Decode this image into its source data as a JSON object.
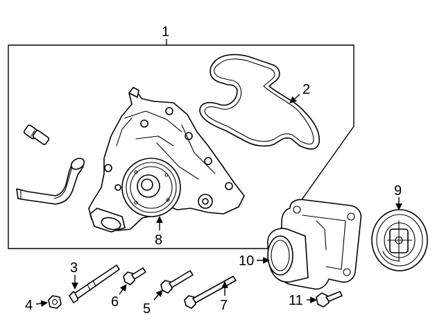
{
  "callouts": [
    {
      "id": "callout-1",
      "text": "1"
    },
    {
      "id": "callout-2",
      "text": "2"
    },
    {
      "id": "callout-3",
      "text": "3"
    },
    {
      "id": "callout-4",
      "text": "4"
    },
    {
      "id": "callout-5",
      "text": "5"
    },
    {
      "id": "callout-6",
      "text": "6"
    },
    {
      "id": "callout-7",
      "text": "7"
    },
    {
      "id": "callout-8",
      "text": "8"
    },
    {
      "id": "callout-9",
      "text": "9"
    },
    {
      "id": "callout-10",
      "text": "10"
    },
    {
      "id": "callout-11",
      "text": "11"
    }
  ]
}
